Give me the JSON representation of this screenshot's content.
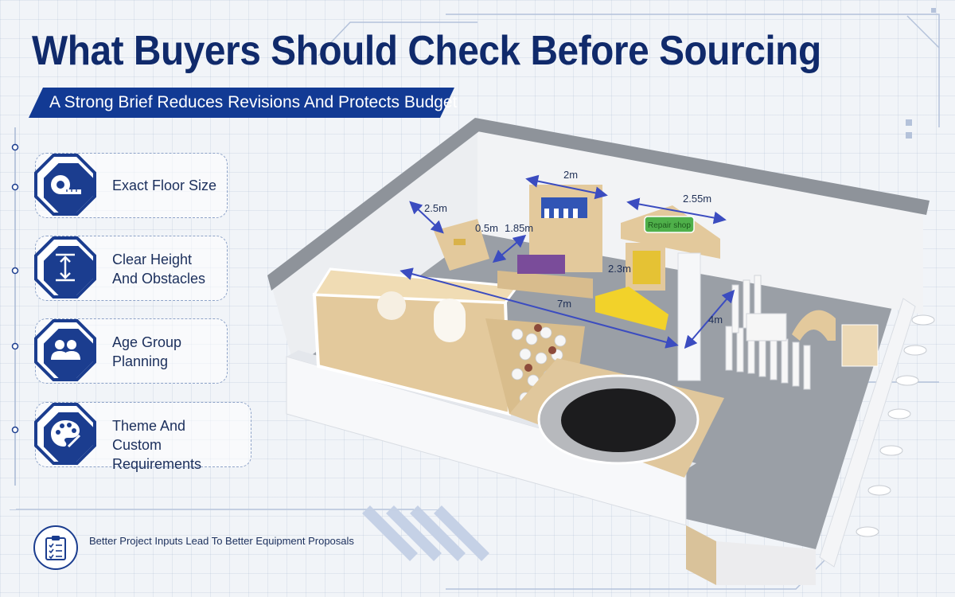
{
  "header": {
    "title": "What Buyers Should Check Before Sourcing",
    "subtitle": "A Strong Brief Reduces Revisions And Protects Budget"
  },
  "checklist": [
    {
      "line1": "Exact Floor Size",
      "line2": "",
      "icon": "tape-measure-icon"
    },
    {
      "line1": "Clear Height",
      "line2": "And Obstacles",
      "icon": "height-arrow-icon"
    },
    {
      "line1": "Age Group",
      "line2": "Planning",
      "icon": "people-icon"
    },
    {
      "line1": "Theme And",
      "line2": "Custom Requirements",
      "icon": "palette-icon"
    }
  ],
  "footer": {
    "text": "Better Project Inputs Lead To Better Equipment Proposals",
    "icon": "clipboard-checklist-icon"
  },
  "floor_plan": {
    "dimensions": {
      "d1": "2m",
      "d2": "2.55m",
      "d3": "2.5m",
      "d4": "0.5m",
      "d5": "1.85m",
      "d6": "2.3m",
      "d7": "7m",
      "d8": "4m"
    },
    "sign": "Repair shop"
  },
  "colors": {
    "navy": "#102a6b",
    "accent": "#1b3d8f",
    "band": "#123a94",
    "wood": "#e3c99c",
    "floor": "#9a9fa6",
    "dim_line": "#3b4cc0"
  }
}
